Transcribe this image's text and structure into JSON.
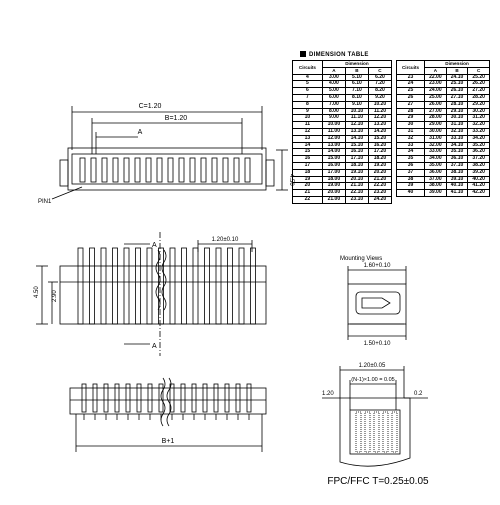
{
  "table": {
    "title": "DIMENSION TABLE",
    "headers": {
      "circuits": "Circuits",
      "dimension": "Dimension",
      "a": "A",
      "b": "B",
      "c": "C"
    },
    "left": [
      [
        "4",
        "3.00",
        "5.10",
        "6.20"
      ],
      [
        "5",
        "4.00",
        "6.10",
        "7.20"
      ],
      [
        "6",
        "5.00",
        "7.10",
        "8.20"
      ],
      [
        "7",
        "6.00",
        "8.10",
        "9.20"
      ],
      [
        "8",
        "7.00",
        "9.10",
        "10.20"
      ],
      [
        "9",
        "8.00",
        "10.10",
        "11.20"
      ],
      [
        "10",
        "9.00",
        "11.10",
        "12.20"
      ],
      [
        "11",
        "10.00",
        "12.10",
        "13.20"
      ],
      [
        "12",
        "11.00",
        "13.10",
        "14.20"
      ],
      [
        "13",
        "12.00",
        "14.10",
        "15.20"
      ],
      [
        "14",
        "13.00",
        "15.10",
        "16.20"
      ],
      [
        "15",
        "14.00",
        "16.10",
        "17.20"
      ],
      [
        "16",
        "15.00",
        "17.10",
        "18.20"
      ],
      [
        "17",
        "16.00",
        "18.10",
        "19.20"
      ],
      [
        "18",
        "17.00",
        "19.10",
        "20.20"
      ],
      [
        "19",
        "18.00",
        "20.10",
        "21.20"
      ],
      [
        "20",
        "19.00",
        "21.10",
        "22.20"
      ],
      [
        "21",
        "20.00",
        "22.10",
        "23.20"
      ],
      [
        "22",
        "21.00",
        "23.10",
        "24.20"
      ]
    ],
    "right": [
      [
        "23",
        "22.00",
        "24.10",
        "25.20"
      ],
      [
        "24",
        "23.00",
        "25.10",
        "26.20"
      ],
      [
        "25",
        "24.00",
        "26.10",
        "27.20"
      ],
      [
        "26",
        "25.00",
        "27.10",
        "28.20"
      ],
      [
        "27",
        "26.00",
        "28.10",
        "29.20"
      ],
      [
        "28",
        "27.00",
        "29.10",
        "30.20"
      ],
      [
        "29",
        "28.00",
        "30.10",
        "31.20"
      ],
      [
        "30",
        "29.00",
        "31.10",
        "32.20"
      ],
      [
        "31",
        "30.00",
        "32.10",
        "33.20"
      ],
      [
        "32",
        "31.00",
        "33.10",
        "34.20"
      ],
      [
        "33",
        "32.00",
        "34.10",
        "35.20"
      ],
      [
        "34",
        "33.00",
        "35.10",
        "36.20"
      ],
      [
        "35",
        "34.00",
        "36.10",
        "37.20"
      ],
      [
        "36",
        "35.00",
        "37.10",
        "38.20"
      ],
      [
        "37",
        "36.00",
        "38.10",
        "39.20"
      ],
      [
        "38",
        "37.00",
        "39.10",
        "40.20"
      ],
      [
        "39",
        "38.00",
        "40.10",
        "41.20"
      ],
      [
        "40",
        "39.00",
        "41.10",
        "42.20"
      ]
    ]
  },
  "labels": {
    "top_c": "C=1.20",
    "top_b": "B=1.20",
    "top_a": "A",
    "pin1": "PIN1",
    "right_h": "4.50",
    "pitch": "1.20±0.10",
    "side_h1": "4.50",
    "side_h2": "2.90",
    "section_a_top": "A",
    "section_a_bottom": "A",
    "front_b": "B+1",
    "mounting_view": "Mounting Views",
    "pcb_w": "1.60+0.10",
    "pcb_b": "1.50+0.10",
    "fpc_w": "1.20±0.05",
    "fpc_n": "(N-1)×1.00 = 0.05",
    "fpc_left": "1.20",
    "fpc_right": "0.2",
    "fpc_caption": "FPC/FFC T=0.25±0.05"
  }
}
